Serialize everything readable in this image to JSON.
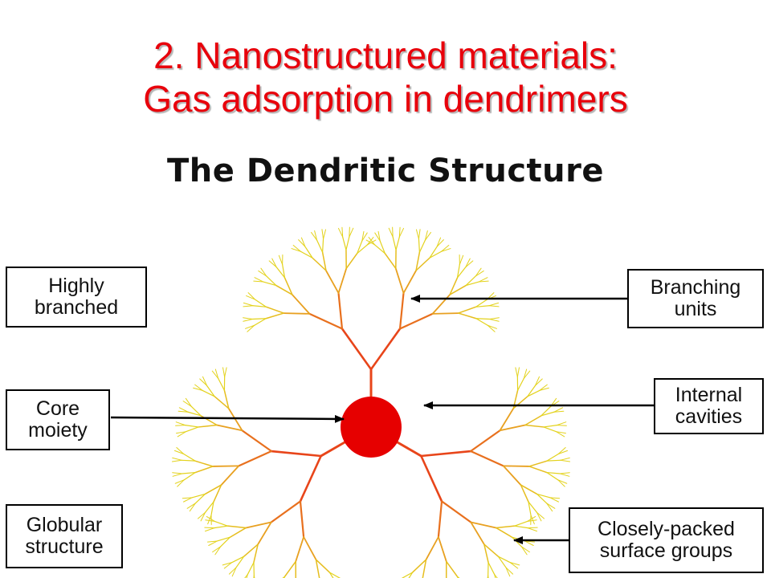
{
  "slide": {
    "title_line1": "2. Nanostructured materials:",
    "title_line2": "Gas adsorption in dendrimers",
    "title_color": "#e8000b"
  },
  "figure": {
    "heading": "The Dendritic Structure",
    "colors": {
      "core": "#e60000",
      "inner_branch": "#e8451a",
      "mid_branch": "#e8a020",
      "outer_branch": "#e3d21c",
      "box_border": "#000000"
    }
  },
  "labels": {
    "highly_branched": "Highly\nbranched",
    "core_moiety": "Core\nmoiety",
    "globular_structure": "Globular\nstructure",
    "branching_units": "Branching\nunits",
    "internal_cavities": "Internal\ncavities",
    "surface_groups": "Closely-packed\nsurface groups"
  }
}
